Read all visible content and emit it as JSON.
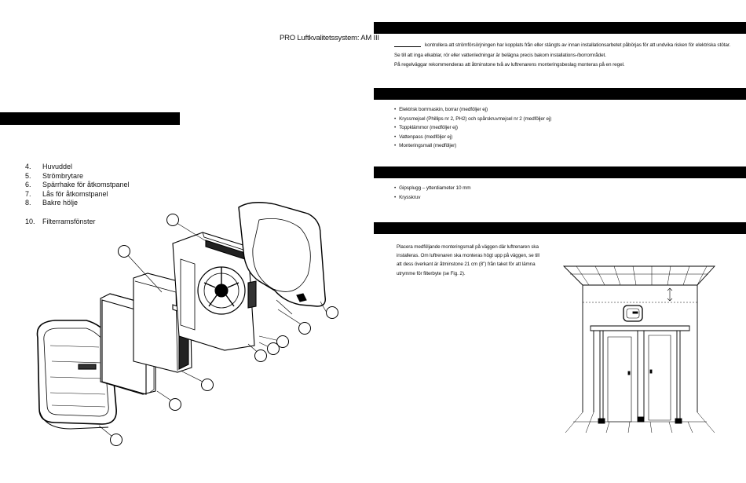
{
  "left_page": {
    "header_text": "PRO Luftkvalitetssystem: AM III",
    "parts": [
      {
        "num": "4.",
        "label": "Huvuddel"
      },
      {
        "num": "5.",
        "label": "Strömbrytare"
      },
      {
        "num": "6.",
        "label": "Spärrhake för åtkomstpanel"
      },
      {
        "num": "7.",
        "label": "Lås för åtkomstpanel"
      },
      {
        "num": "8.",
        "label": "Bakre hölje"
      },
      {
        "num": "",
        "label": ""
      },
      {
        "num": "10.",
        "label": "Filterramsfönster"
      }
    ]
  },
  "right_page": {
    "warning_text": "kontrollera att strömförsörjningen har kopplats från eller stängts av innan installationsarbetet påbörjas för att undvika risken för elektriska stötar.",
    "warning_line2": "Se till att inga elkablar, rör eller vattenledningar är belägna precis bakom installations-/borrområdet.",
    "warning_line3": "På regelväggar rekommenderas att åtminstone två av luftrenarens monteringsbeslag monteras på en regel.",
    "tools": [
      "Elektrisk borrmaskin, borrar (medföljer ej)",
      "Kryssmejsel (Phillips nr 2, PH2) och spårskruvmejsel nr 2 (medföljer ej)",
      "Toppklämmor (medföljer ej)",
      "Vattenpass (medföljer ej)",
      "Monteringsmall (medföljer)"
    ],
    "fixings": [
      "Gipsplugg – ytterdiameter 10 mm",
      "Krysskruv"
    ],
    "mount_text": "Placera medföljande monteringsmall på väggen där luftrenaren ska installeras. Om luftrenaren ska monteras högt upp på väggen, se till att dess överkant är åtminstone 21 cm (8\") från taket för att lämna utrymme för filterbyte (se Fig. 2)."
  }
}
